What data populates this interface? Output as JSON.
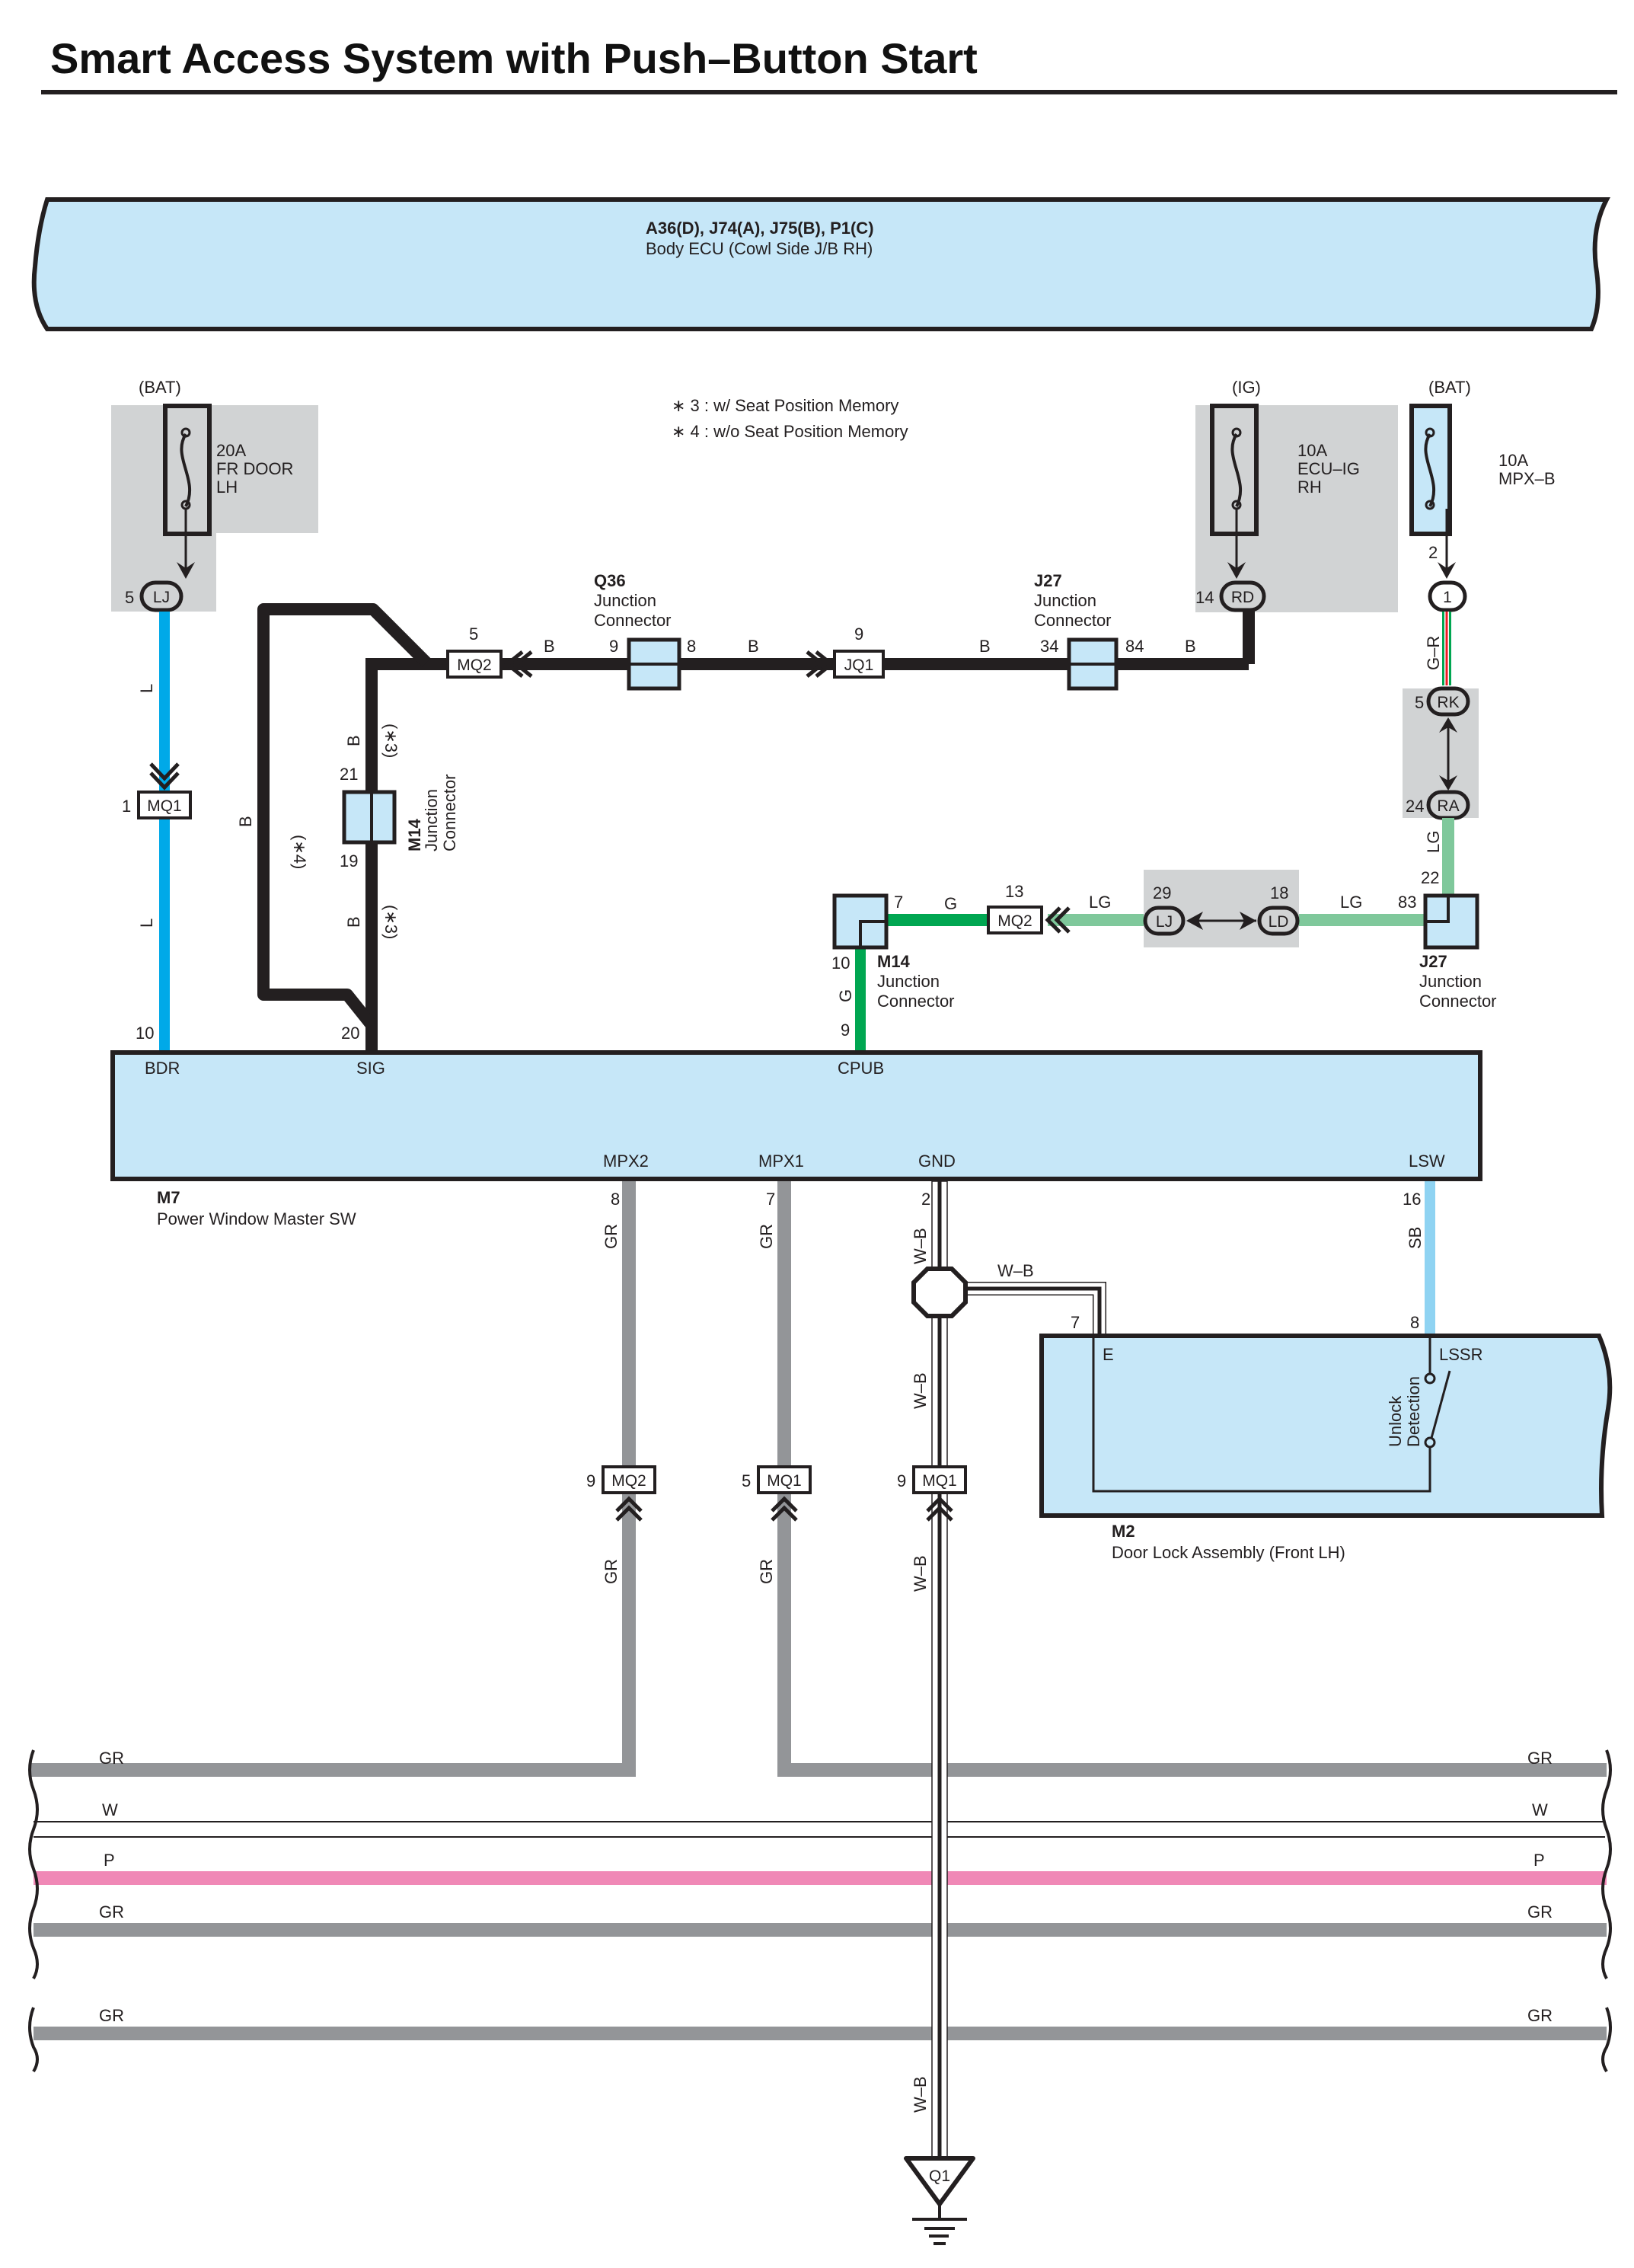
{
  "title": "Smart Access System with Push–Button Start",
  "body_ecu": {
    "code": "A36(D), J74(A), J75(B), P1(C)",
    "name": "Body ECU (Cowl Side J/B RH)"
  },
  "notes": [
    "∗ 3 : w/ Seat Position Memory",
    "∗ 4 : w/o Seat Position Memory"
  ],
  "fuses": [
    {
      "source": "(BAT)",
      "rating": "20A",
      "name1": "FR DOOR",
      "name2": "LH",
      "pin": "5",
      "connector": "LJ"
    },
    {
      "source": "(IG)",
      "rating": "10A",
      "name1": "ECU–IG",
      "name2": "RH",
      "pin": "14",
      "connector": "RD"
    },
    {
      "source": "(BAT)",
      "rating": "10A",
      "name1": "MPX–B",
      "name2": "",
      "pin": "2",
      "connector": "1"
    }
  ],
  "junctions": {
    "q36": {
      "code": "Q36",
      "name1": "Junction",
      "name2": "Connector",
      "pin_left": "9",
      "pin_right": "8"
    },
    "j27_top": {
      "code": "J27",
      "name1": "Junction",
      "name2": "Connector",
      "pin_left": "34",
      "pin_right": "84"
    },
    "m14_vert": {
      "code": "M14",
      "name": "Junction Connector",
      "pin_top": "21",
      "pin_bottom": "19"
    },
    "m14_box": {
      "code": "M14",
      "name1": "Junction",
      "name2": "Connector",
      "pin_right": "7",
      "pin_bottom": "10"
    },
    "j27_box": {
      "code": "J27",
      "name1": "Junction",
      "name2": "Connector",
      "pin_left": "83",
      "pin_top": "22"
    }
  },
  "connectors": {
    "mq2_top": {
      "label": "MQ2",
      "pin": "5"
    },
    "jq1": {
      "label": "JQ1",
      "pin": "9"
    },
    "mq1_left": {
      "label": "MQ1",
      "pin": "1"
    },
    "mq2_mid": {
      "label": "MQ2",
      "pin": "13"
    },
    "lj_mid": {
      "label": "LJ",
      "pin": "29"
    },
    "ld_mid": {
      "label": "LD",
      "pin": "18"
    },
    "rk": {
      "label": "RK",
      "pin": "5"
    },
    "ra": {
      "label": "RA",
      "pin": "24"
    },
    "mq2_bot": {
      "label": "MQ2",
      "pin": "9"
    },
    "mq1_bot": {
      "label": "MQ1",
      "pin": "5"
    },
    "mq1_gnd": {
      "label": "MQ1",
      "pin": "9"
    }
  },
  "wires": {
    "L": "L",
    "B": "B",
    "G": "G",
    "LG": "LG",
    "GR": "GR",
    "WB": "W–B",
    "SB": "SB",
    "GR_stripe": "G–R",
    "W": "W",
    "P": "P",
    "star3": "(∗3)",
    "star4": "(∗4)"
  },
  "m7": {
    "code": "M7",
    "name": "Power Window Master SW",
    "pins": {
      "BDR": "10",
      "SIG": "20",
      "CPUB": "9",
      "MPX2": "8",
      "MPX1": "7",
      "GND": "2",
      "LSW": "16"
    },
    "labels": {
      "BDR": "BDR",
      "SIG": "SIG",
      "CPUB": "CPUB",
      "MPX2": "MPX2",
      "MPX1": "MPX1",
      "GND": "GND",
      "LSW": "LSW"
    }
  },
  "m2": {
    "code": "M2",
    "name": "Door Lock Assembly (Front LH)",
    "pin_e": "7",
    "pin_lssr": "8",
    "label_e": "E",
    "label_lssr": "LSSR",
    "switch1": "Unlock",
    "switch2": "Detection"
  },
  "ground": {
    "label": "Q1"
  },
  "colors": {
    "ecu_fill": "#c6e7f8",
    "wire_L": "#00a9e8",
    "wire_SB": "#8fd3f2",
    "wire_G": "#00a651",
    "wire_LG": "#7fc89b",
    "wire_GR": "#939598",
    "wire_P": "#f088b6",
    "shade": "#d1d3d4"
  }
}
